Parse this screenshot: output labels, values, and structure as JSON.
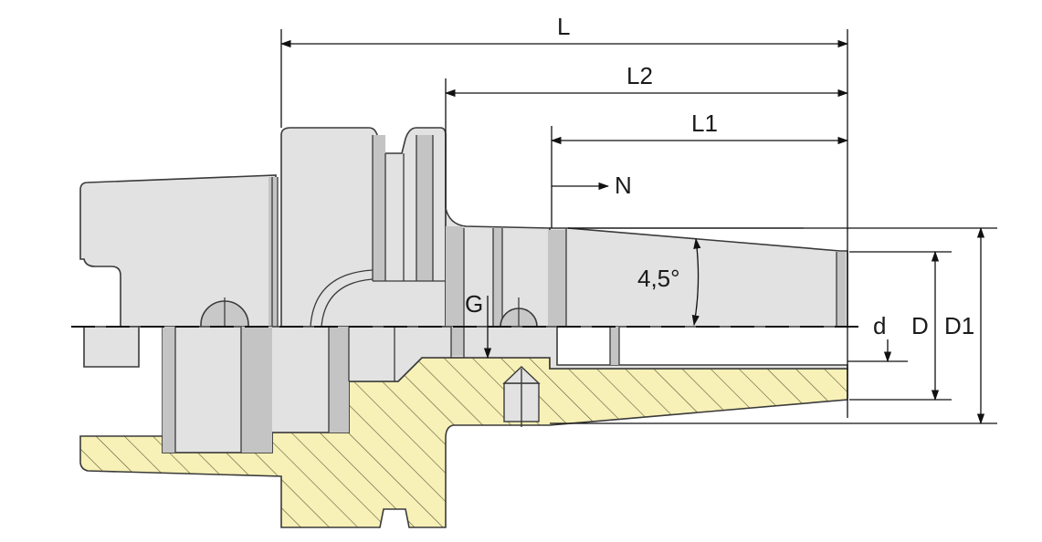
{
  "dimensions": {
    "L": "L",
    "L2": "L2",
    "L1": "L1",
    "N": "N",
    "G": "G",
    "d": "d",
    "D": "D",
    "D1": "D1",
    "angle": "4,5°"
  },
  "colors": {
    "body_fill": "#e2e2e2",
    "body_shadow": "#c4c4c4",
    "section_fill": "#f7f0b7",
    "hatch": "#5a5a3a",
    "outline": "#3a3a3a",
    "dim_line": "#111111"
  }
}
